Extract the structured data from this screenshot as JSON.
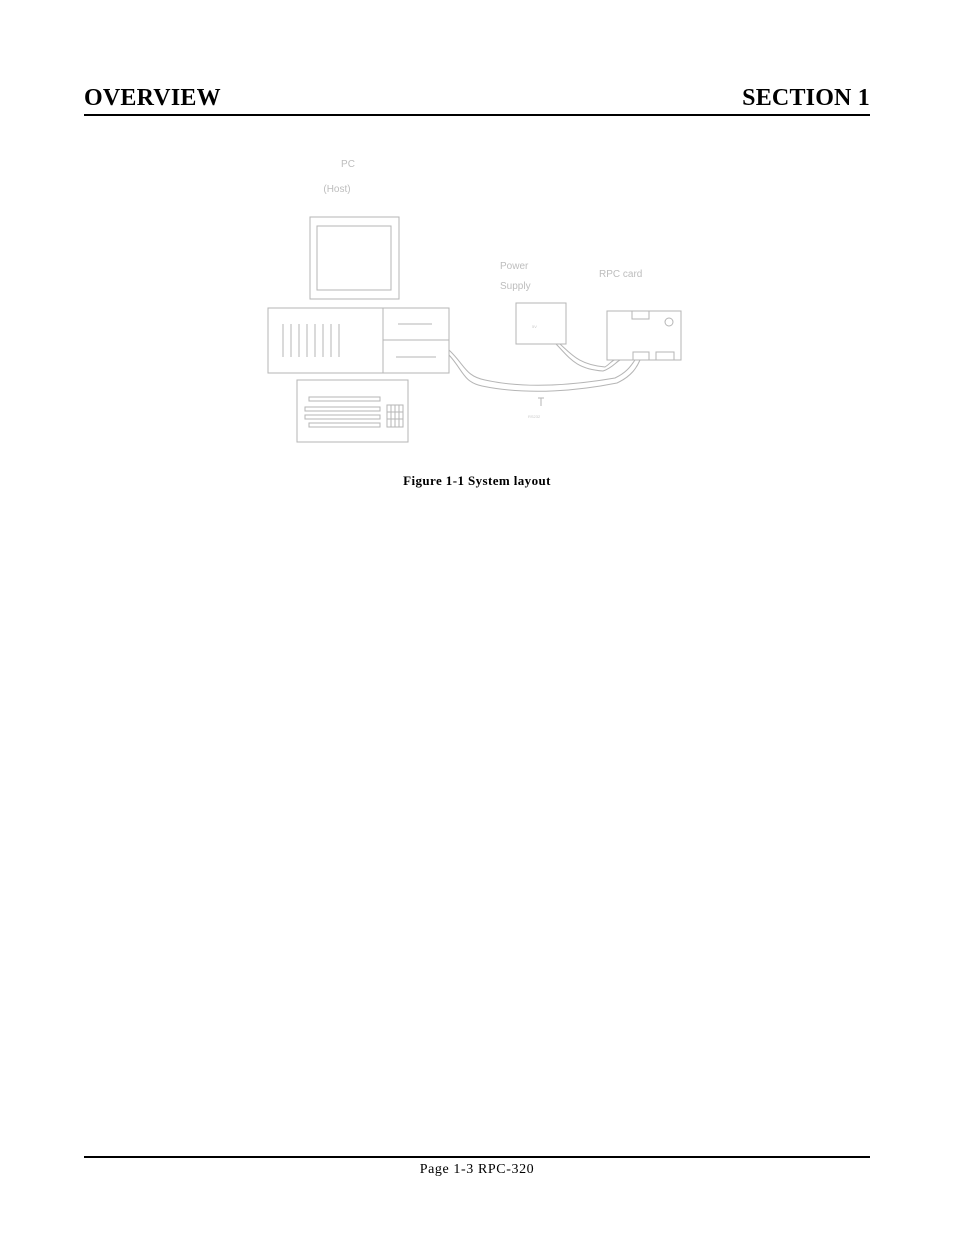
{
  "header": {
    "left": "OVERVIEW",
    "right": "SECTION 1"
  },
  "figure": {
    "labels": {
      "pc": "PC",
      "host": "(Host)",
      "power": "Power",
      "supply": "Supply",
      "rpc_card": "RPC card",
      "psu_mark": "5V",
      "cable": "RS232"
    },
    "caption": "Figure 1-1  System layout"
  },
  "footer": {
    "page": "Page 1-3  RPC-320"
  }
}
